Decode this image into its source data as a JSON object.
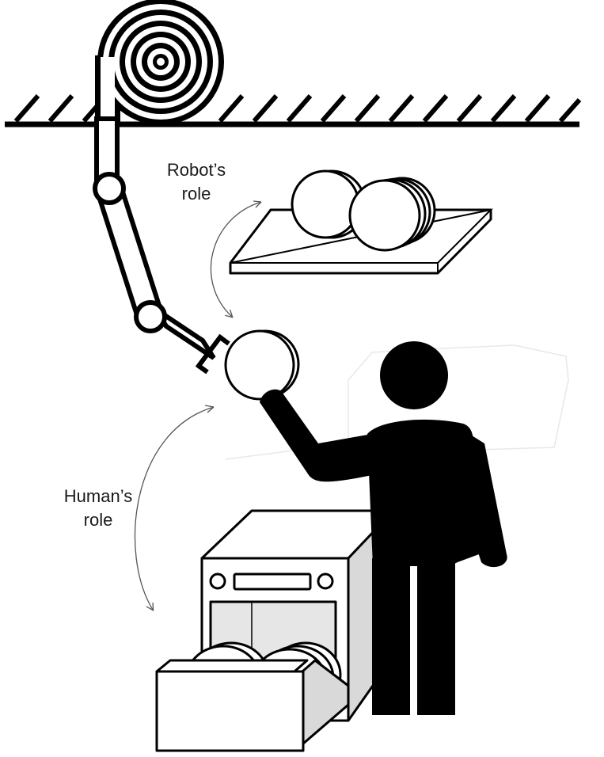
{
  "labels": {
    "robot_line1": "Robot’s",
    "robot_line2": "role",
    "human_line1": "Human’s",
    "human_line2": "role"
  },
  "colors": {
    "ink": "#000000",
    "paper": "#ffffff",
    "shade": "#d9d9d9",
    "arrow": "#555555"
  },
  "icons": [
    "ceiling-hatch",
    "cable-reel",
    "robot-arm",
    "gripper",
    "plate",
    "shelf",
    "human-figure",
    "dishwasher"
  ]
}
